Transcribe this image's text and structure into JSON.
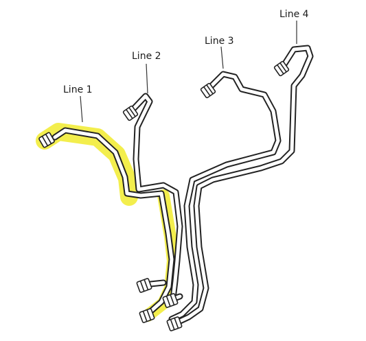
{
  "diagram": {
    "lines": [
      {
        "id": "line-1",
        "label": "Line 1",
        "highlighted": true
      },
      {
        "id": "line-2",
        "label": "Line 2",
        "highlighted": false
      },
      {
        "id": "line-3",
        "label": "Line 3",
        "highlighted": false
      },
      {
        "id": "line-4",
        "label": "Line 4",
        "highlighted": false
      }
    ],
    "colors": {
      "highlight": "#f2ec3a",
      "pipe_outline": "#222222",
      "pipe_fill": "#ffffff",
      "leader": "#333333"
    }
  }
}
